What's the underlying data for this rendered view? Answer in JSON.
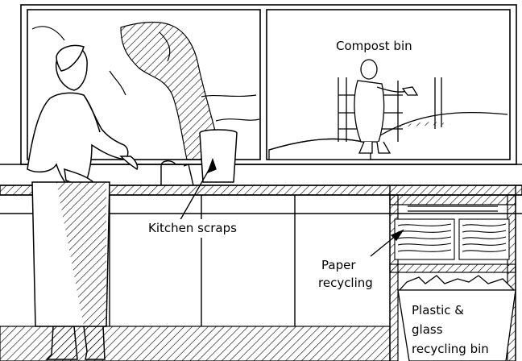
{
  "labels": {
    "compost_bin": "Compost bin",
    "kitchen_scraps": "Kitchen scraps",
    "paper_recycling_line1": "Paper",
    "paper_recycling_line2": "recycling",
    "plastic_glass_line1": "Plastic &",
    "plastic_glass_line2": "glass",
    "plastic_glass_line3": "recycling bin"
  },
  "colors": {
    "ink": "#000000",
    "background": "#ffffff"
  },
  "icons": [
    "woman-figure",
    "gardener-figure",
    "kitchen-scraps-pail",
    "faucet",
    "paper-stack",
    "recycling-bin"
  ]
}
